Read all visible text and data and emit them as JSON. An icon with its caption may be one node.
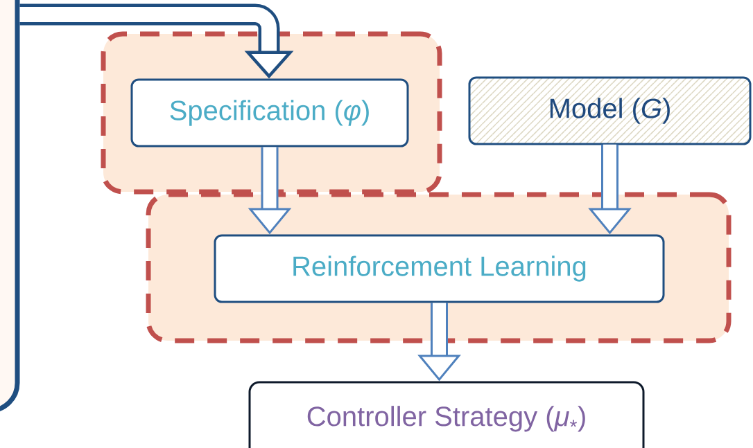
{
  "diagram": {
    "nodes": [
      {
        "text": [],
        "shape": "box"
      },
      {
        "text": [],
        "shape": "box"
      },
      {
        "text": [
          "Specification (*φ*)"
        ],
        "in": 1
      },
      {
        "text": [
          "Model (*G*)"
        ]
      },
      {
        "text": [],
        "shape": "box"
      },
      {
        "text": [
          "Reinforcement Learning"
        ],
        "in": 4
      },
      {
        "text": [
          "Controller Strategy (*μ*$_{*}$)"
        ]
      }
    ],
    "edges": [
      {
        "from": 0,
        "to": 2,
        "arrow": "to",
        "color": "#1f4e80"
      },
      {
        "from": 2,
        "to": 5,
        "arrow": "to"
      },
      {
        "from": 3,
        "to": 5,
        "arrow": "to"
      },
      {
        "from": 5,
        "to": 6,
        "arrow": "to"
      }
    ]
  }
}
